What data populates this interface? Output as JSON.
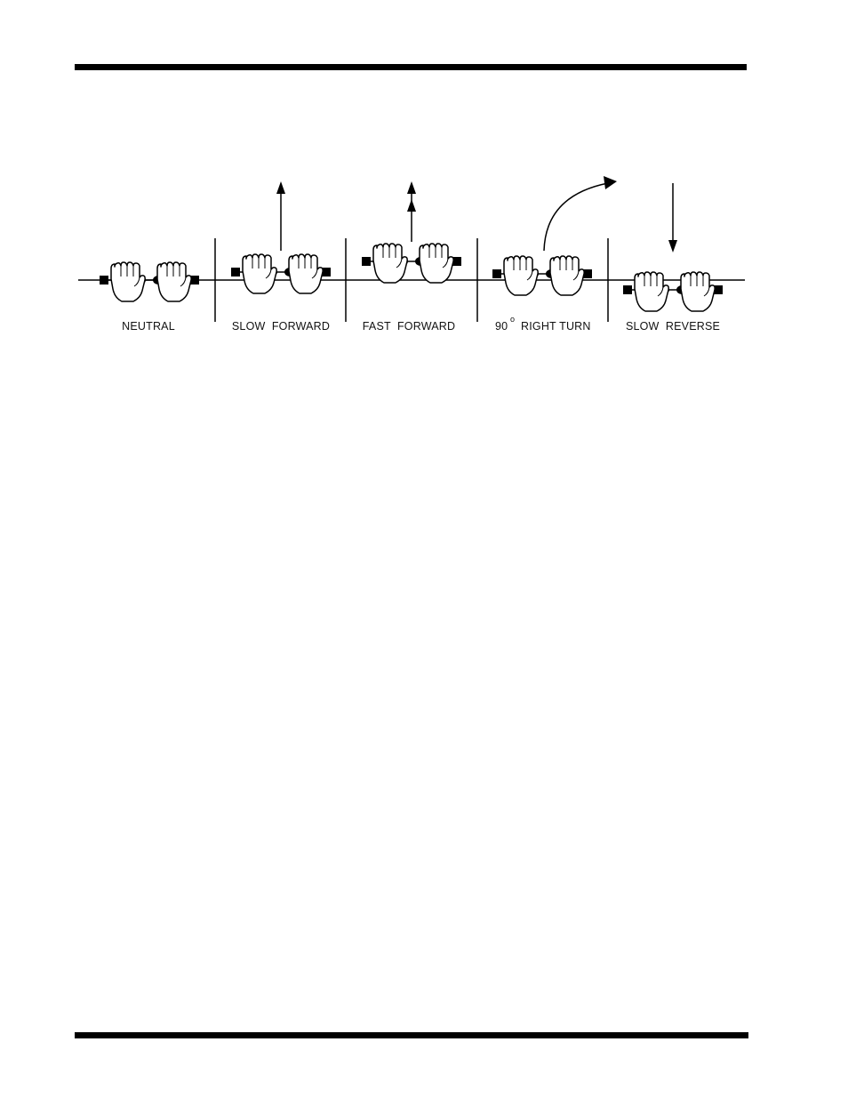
{
  "figure": {
    "captions": {
      "neutral": "NEUTRAL",
      "slow_forward": "SLOW  FORWARD",
      "fast_forward": "FAST  FORWARD",
      "right_turn_num": "90",
      "right_turn_sup": "o",
      "right_turn_text": "RIGHT TURN",
      "slow_reverse": "SLOW  REVERSE"
    }
  }
}
